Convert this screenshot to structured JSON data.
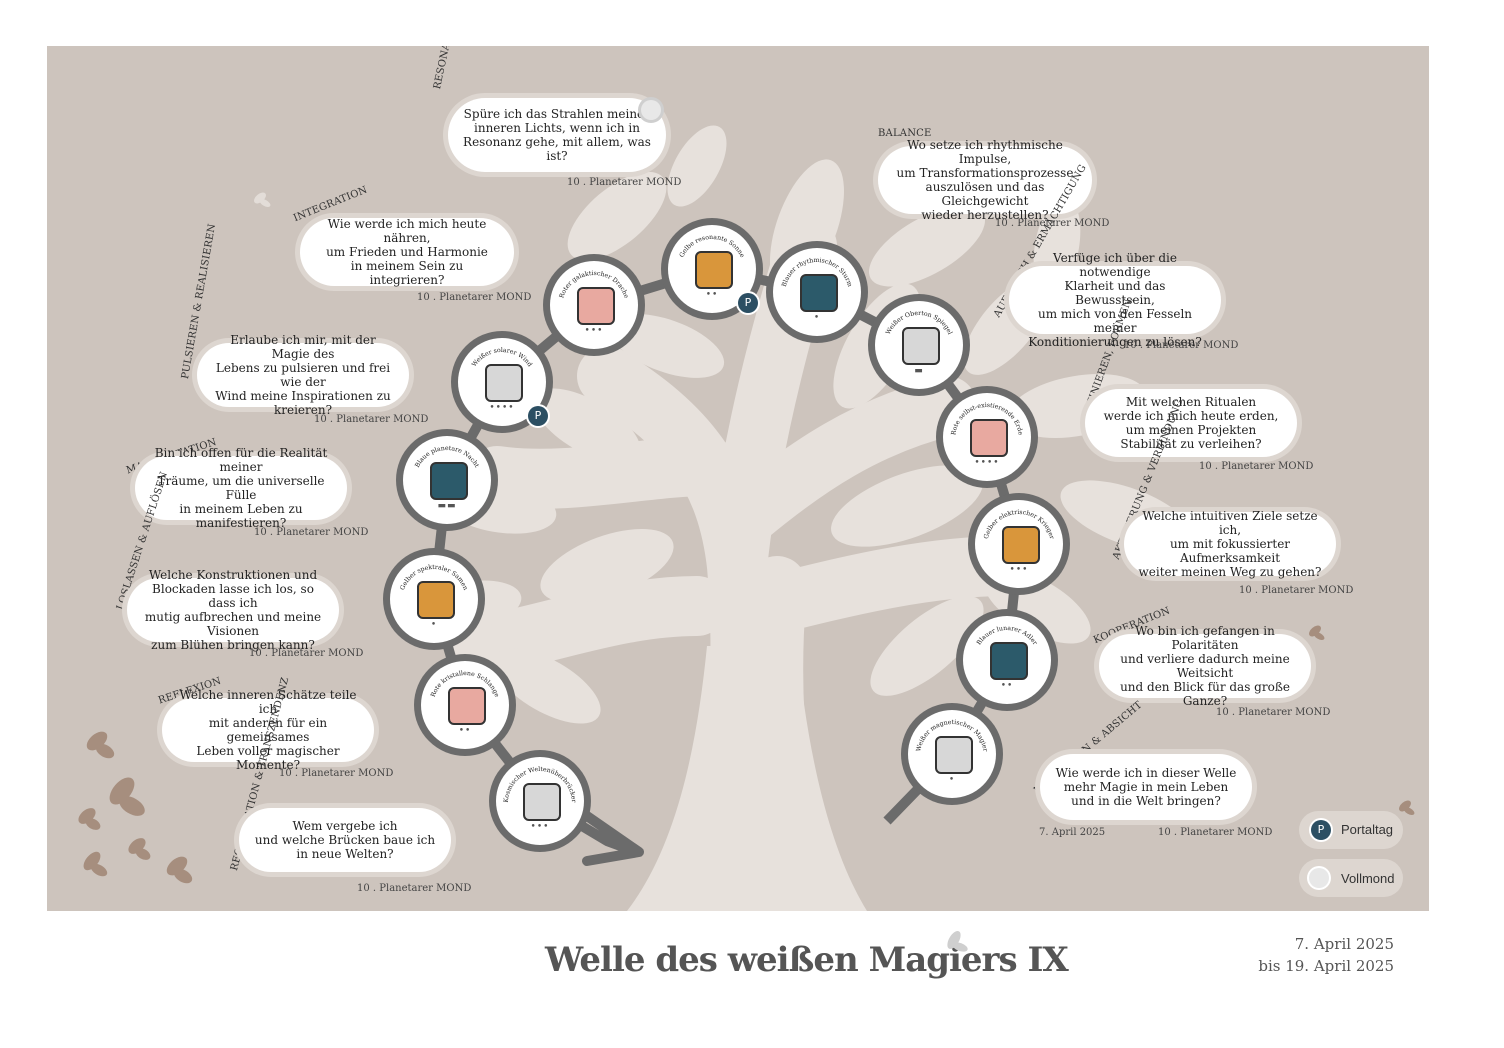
{
  "title": "Welle des weißen Magiers IX",
  "date_range": {
    "from": "7. April 2025",
    "to": "bis 19. April 2025"
  },
  "colors": {
    "background": "#cdc4bd",
    "tree": "#e7e1dc",
    "path": "#6b6b6b",
    "portal": "#2c4f63",
    "red": "#e8a9a0",
    "yellow": "#d9963b",
    "blue": "#2c5a6a",
    "white": "#d7d7d7"
  },
  "legend": {
    "portal": {
      "icon": "P",
      "label": "Portaltag"
    },
    "fullmoon": {
      "label": "Vollmond"
    }
  },
  "kins": [
    {
      "name": "Weißer magnetischer Magier",
      "color": "white",
      "tone": "•"
    },
    {
      "name": "Blauer lunarer Adler",
      "color": "blue",
      "tone": "••"
    },
    {
      "name": "Gelber elektrischer Krieger",
      "color": "yellow",
      "tone": "•••"
    },
    {
      "name": "Rote selbst-existierende Erde",
      "color": "red",
      "tone": "••••"
    },
    {
      "name": "Weißer Oberton Spiegel",
      "color": "white",
      "tone": "▬"
    },
    {
      "name": "Blauer rhythmischer Sturm",
      "color": "blue",
      "tone": "•"
    },
    {
      "name": "Gelbe resonante Sonne",
      "color": "yellow",
      "tone": "••",
      "portal": true
    },
    {
      "name": "Roter galaktischer Drache",
      "color": "red",
      "tone": "•••"
    },
    {
      "name": "Weißer solarer Wind",
      "color": "white",
      "tone": "••••",
      "portal": true
    },
    {
      "name": "Blaue planetare Nacht",
      "color": "blue",
      "tone": "▬▬"
    },
    {
      "name": "Gelber spektraler Samen",
      "color": "yellow",
      "tone": "•"
    },
    {
      "name": "Rote kristallene Schlange",
      "color": "red",
      "tone": "••"
    },
    {
      "name": "Kosmischer Weltenüberbrücker",
      "color": "white",
      "tone": "•••"
    }
  ],
  "questions": [
    {
      "theme": "MOTIVATION & ABSICHT",
      "text": "Wie werde ich in dieser Welle\nmehr Magie in mein Leben\nund in die Welt bringen?",
      "planet": "10 . Planetarer MOND",
      "date": "7. April 2025"
    },
    {
      "theme": "KOOPERATION",
      "text": "Wo bin ich gefangen in Polaritäten\nund verliere dadurch meine Weitsicht\nund den Blick für das große Ganze?",
      "planet": "10 . Planetarer MOND"
    },
    {
      "theme": "AKTIVIERUNG & VERBINDUNG",
      "text": "Welche intuitiven Ziele setze ich,\num mit fokussierter Aufmerksamkeit\nweiter meinen Weg zu gehen?",
      "planet": "10 . Planetarer MOND"
    },
    {
      "theme": "DEFINIEREN, FORMEN,",
      "text": "Mit welchen Ritualen\nwerde ich mich heute erden,\num meinen Projekten\nStabilität zu verleihen?",
      "planet": "10 . Planetarer MOND"
    },
    {
      "theme": "AUFBRUCH & ERMÄCHTIGUNG",
      "text": "Verfüge ich über die notwendige\nKlarheit und das Bewusstsein,\num mich von den Fesseln meiner\nKonditionierungen zu lösen?",
      "planet": "10 . Planetarer MOND"
    },
    {
      "theme": "BALANCE",
      "text": "Wo setze ich rhythmische Impulse,\num Transformationsprozesse\nauszulösen und das Gleichgewicht\nwieder herzustellen?",
      "planet": "10 . Planetarer MOND"
    },
    {
      "theme": "RESONANZ & INSPIRATION",
      "text": "Spüre ich das Strahlen meines\ninneren Lichts, wenn ich in\nResonanz gehe, mit allem, was ist?",
      "planet": "10 . Planetarer MOND"
    },
    {
      "theme": "INTEGRATION",
      "text": "Wie werde ich mich heute nähren,\num Frieden und Harmonie\nin meinem Sein zu integrieren?",
      "planet": "10 . Planetarer MOND"
    },
    {
      "theme": "PULSIEREN & REALISIEREN",
      "text": "Erlaube ich mir, mit der Magie des\nLebens zu pulsieren und frei wie der\nWind meine Inspirationen zu kreieren?",
      "planet": "10 . Planetarer MOND"
    },
    {
      "theme": "MANIFESTATION",
      "text": "Bin ich offen für die Realität meiner\nTräume, um die universelle Fülle\nin meinem Leben zu manifestieren?",
      "planet": "10 . Planetarer MOND"
    },
    {
      "theme": "LOSLASSEN & AUFLÖSEN",
      "text": "Welche Konstruktionen und\nBlockaden lasse ich los, so dass ich\nmutig aufbrechen und meine Visionen\nzum Blühen bringen kann?",
      "planet": "10 . Planetarer MOND"
    },
    {
      "theme": "REFLEXION",
      "text": "Welche inneren Schätze teile ich\nmit anderen für ein gemeinsames\nLeben voller magischer Momente?",
      "planet": "10 . Planetarer MOND"
    },
    {
      "theme": "REGENERATION & TRANSZENDENZ",
      "text": "Wem vergebe ich\nund welche Brücken baue ich\nin neue Welten?",
      "planet": "10 . Planetarer MOND"
    }
  ]
}
